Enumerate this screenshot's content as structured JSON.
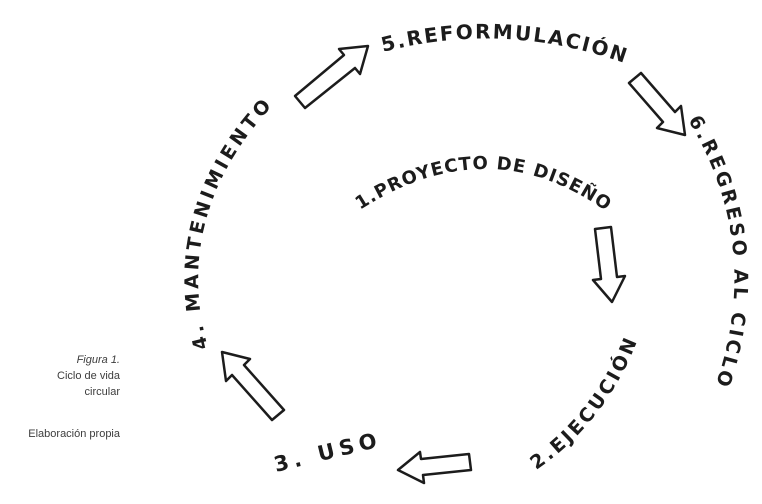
{
  "figure_caption": {
    "title": "Figura 1.",
    "subtitle_line1": "Ciclo de vida",
    "subtitle_line2": "circular",
    "source": "Elaboración propia"
  },
  "diagram": {
    "type": "cycle",
    "ink_color": "#1c1c1c",
    "background_color": "#ffffff",
    "stages": [
      {
        "order": 1,
        "label": "1.PROYECTO DE DISEÑO"
      },
      {
        "order": 2,
        "label": "2.EJECUCIÓN"
      },
      {
        "order": 3,
        "label": "3. USO"
      },
      {
        "order": 4,
        "label": "4. MANTENIMIENTO"
      },
      {
        "order": 5,
        "label": "5.REFORMULACIÓN"
      },
      {
        "order": 6,
        "label": "6.REGRESO AL CICLO"
      }
    ]
  }
}
